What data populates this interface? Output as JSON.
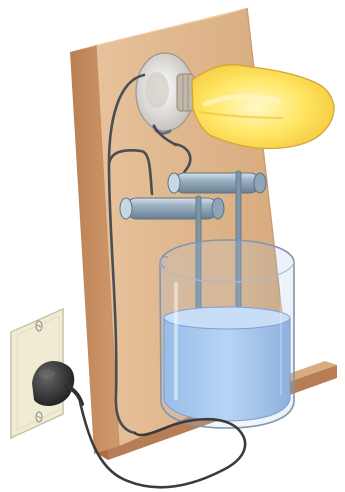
{
  "diagram": {
    "kind": "conductivity apparatus illustration",
    "components": [
      "wooden-board",
      "light-bulb",
      "bulb-socket",
      "electrode-rods",
      "beaker",
      "solution",
      "power-cord",
      "wall-outlet",
      "plug"
    ],
    "bulb_lit": true,
    "colors": {
      "wood_front": "#e2b991",
      "wood_side": "#c99468",
      "wood_base": "#d8aa7f",
      "bulb_glow": "#ffe650",
      "bulb_core": "#fff6a8",
      "liquid": "#a8c9ee",
      "glass": "#dfeef7",
      "metal": "#8fa7ba",
      "cord": "#404040",
      "outlet": "#f3f0dc",
      "plug": "#262626"
    }
  }
}
